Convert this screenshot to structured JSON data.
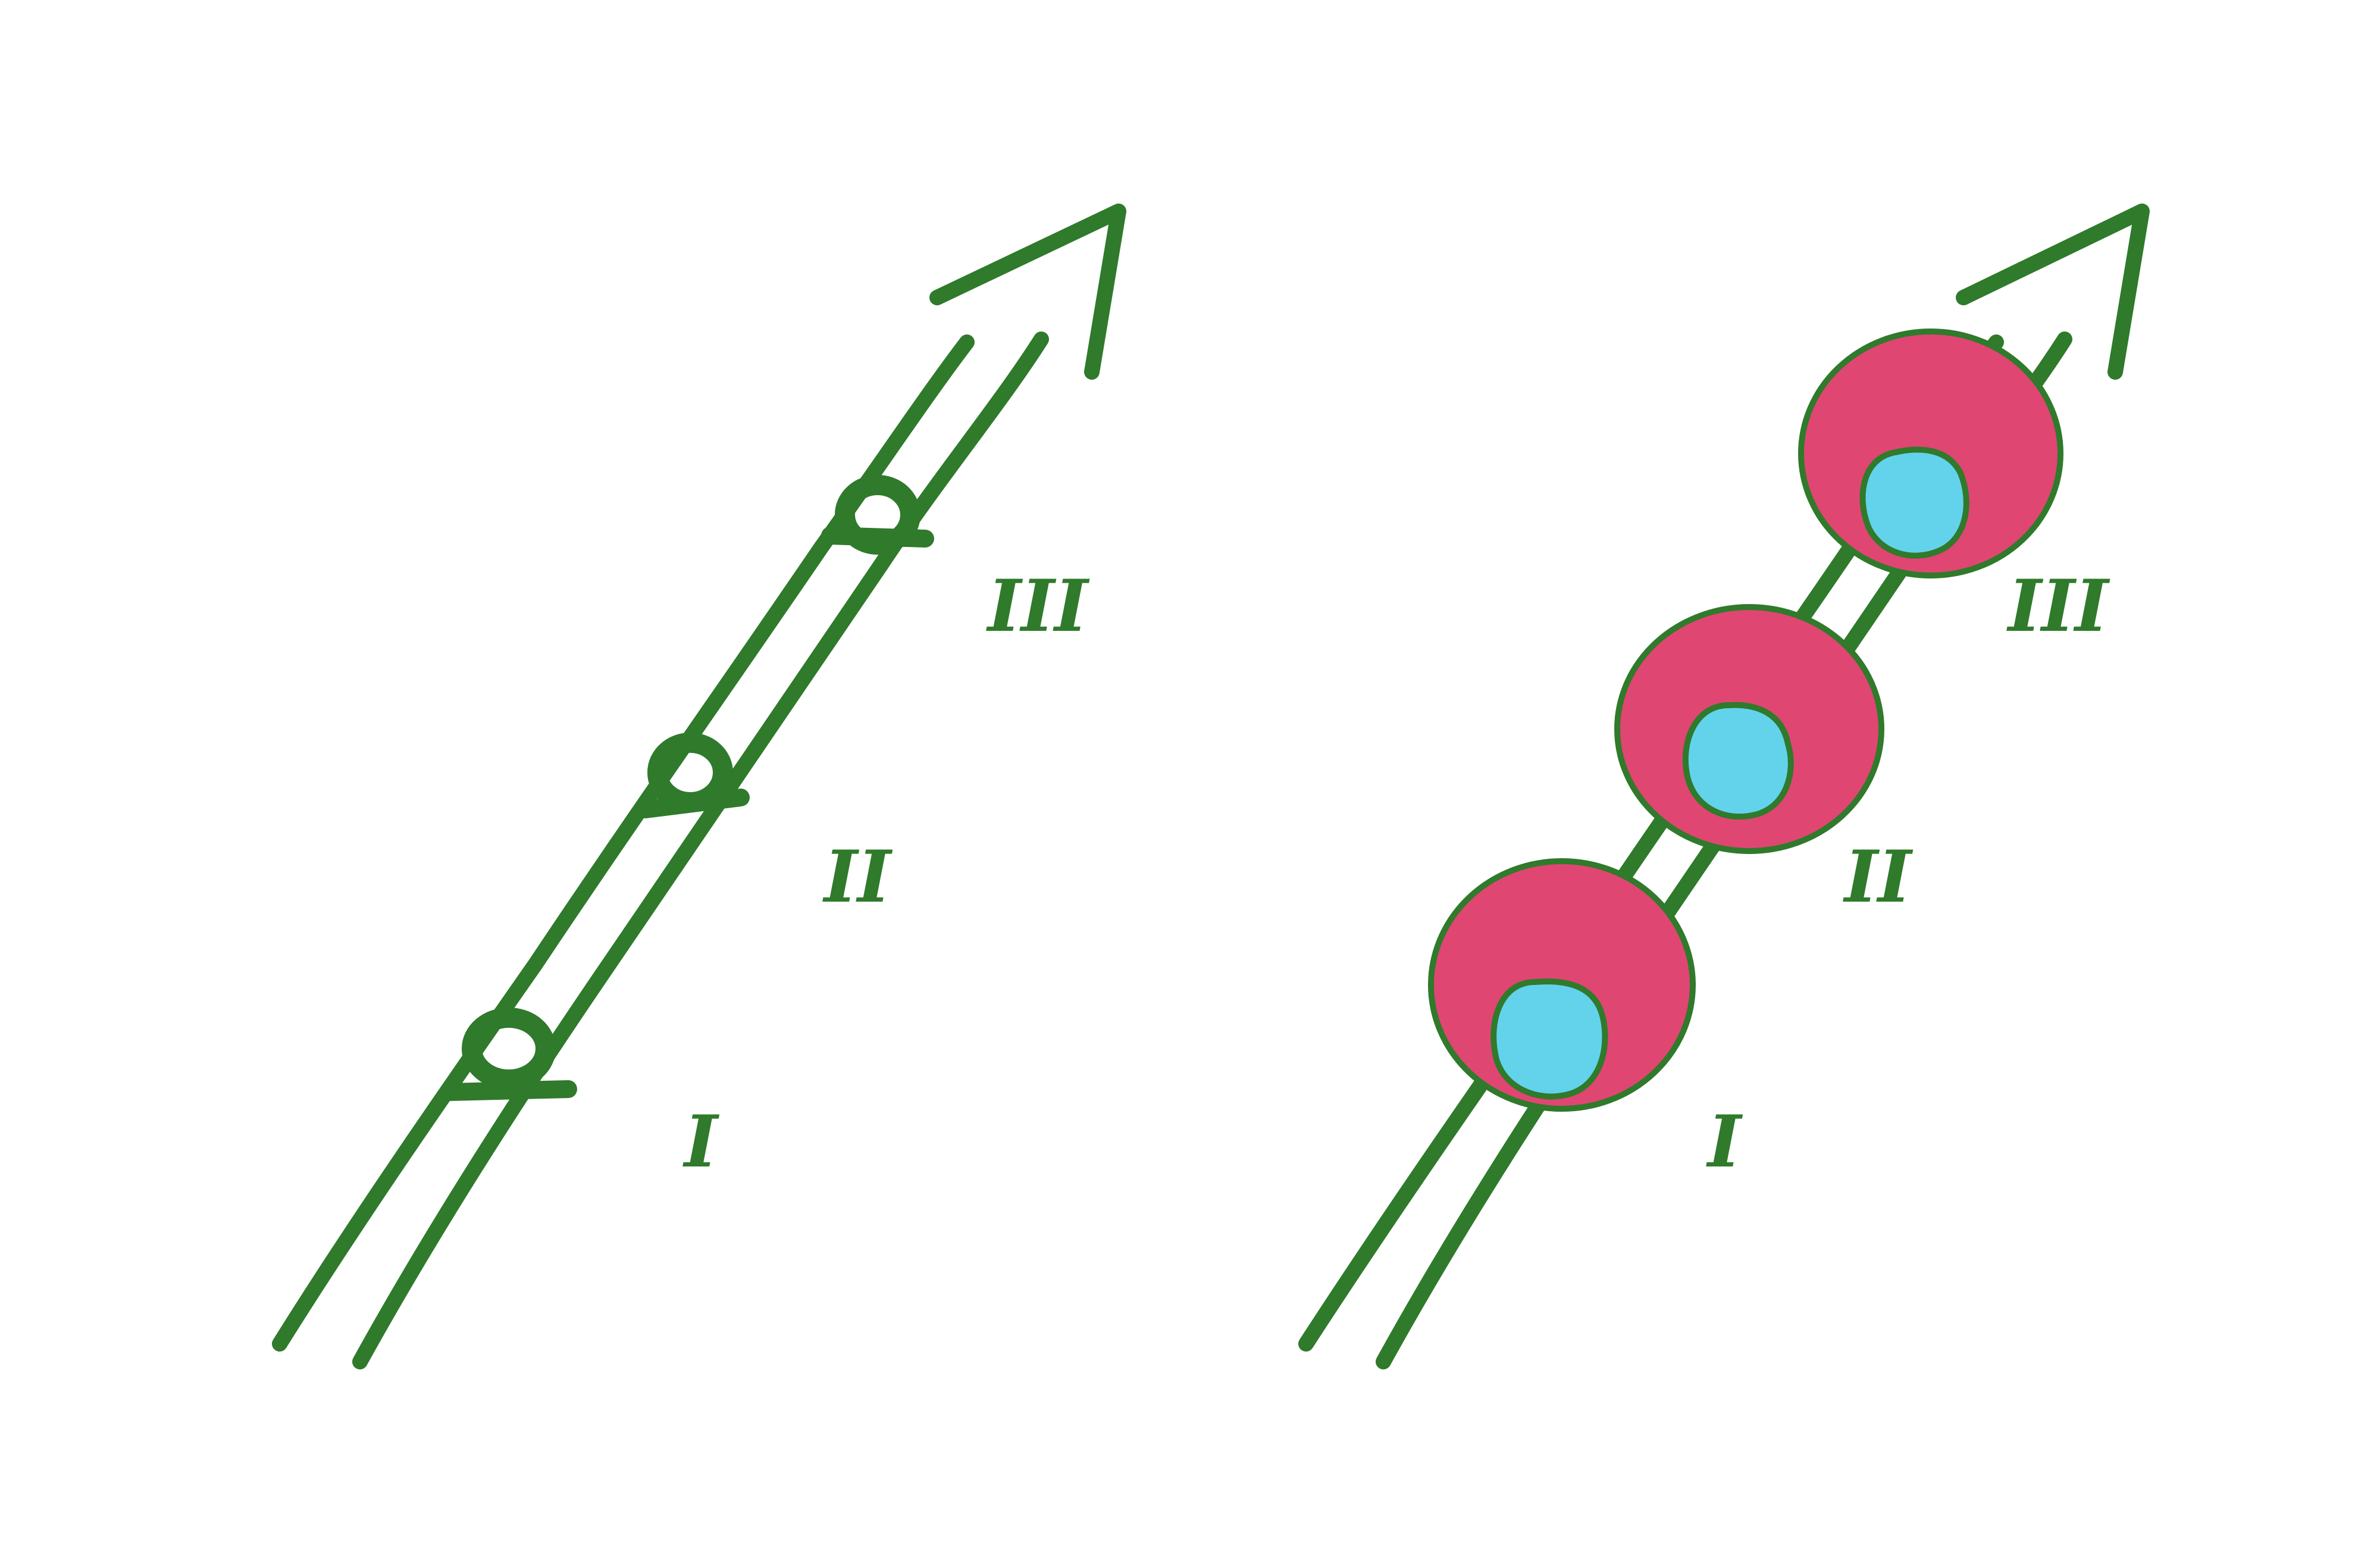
{
  "colors": {
    "ink": "#2f7a2b",
    "cell_body": "#e04672",
    "nucleus": "#63d3ec",
    "background": "#ffffff"
  },
  "panels": [
    {
      "id": "left",
      "stage_labels": [
        "I",
        "II",
        "III"
      ],
      "marker_style": "small-ring"
    },
    {
      "id": "right",
      "stage_labels": [
        "I",
        "II",
        "III"
      ],
      "marker_style": "cell-with-nucleus"
    }
  ]
}
